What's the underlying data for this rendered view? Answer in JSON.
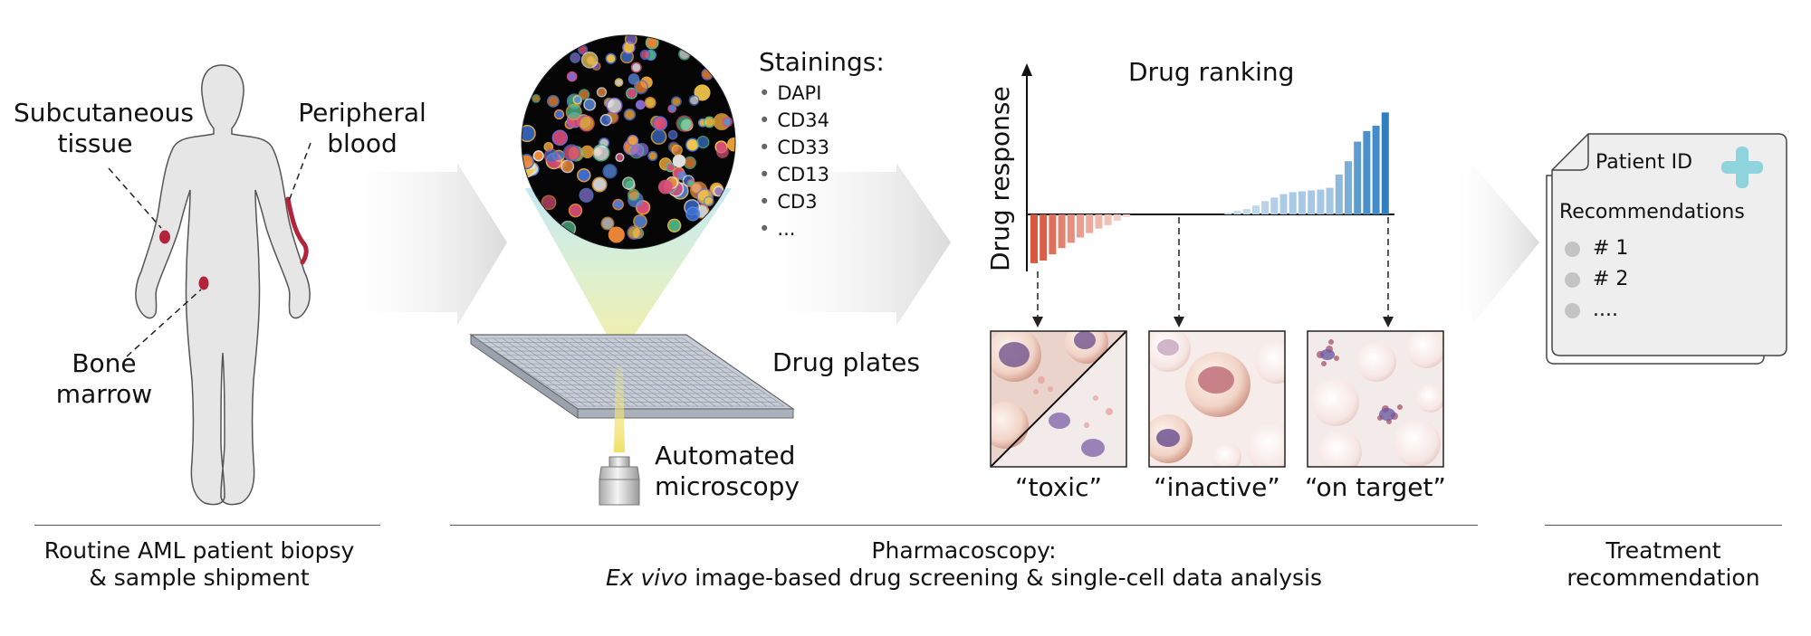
{
  "panel1": {
    "label_subcutaneous": [
      "Subcutaneous",
      "tissue"
    ],
    "label_peripheral": [
      "Peripheral",
      "blood"
    ],
    "label_bone": [
      "Bone",
      "marrow"
    ],
    "caption": [
      "Routine AML patient biopsy",
      "& sample shipment"
    ]
  },
  "panel2": {
    "stainings_title": "Stainings:",
    "stainings": [
      "DAPI",
      "CD34",
      "CD33",
      "CD13",
      "CD3",
      "..."
    ],
    "drug_plates": "Drug plates",
    "automated_microscopy": [
      "Automated",
      "microscopy"
    ],
    "chart_title": "Drug ranking",
    "y_axis_label": "Drug response",
    "outcomes": [
      "“toxic”",
      "“inactive”",
      "“on target”"
    ],
    "caption_line1": "Pharmacoscopy:",
    "caption_line2_italic": "Ex vivo",
    "caption_line2_rest": " image-based drug screening & single-cell data analysis"
  },
  "panel3": {
    "patient_id": "Patient ID",
    "recommendations_title": "Recommendations",
    "recommendations": [
      "# 1",
      "# 2",
      "...."
    ],
    "caption": [
      "Treatment",
      "recommendation"
    ]
  },
  "colors": {
    "negative_strong": "#d9573f",
    "positive_strong": "#2f7fc1",
    "cross": "#8fd3dc",
    "silhouette": "#e6e6e6"
  },
  "chart_data": {
    "type": "bar",
    "title": "Drug ranking",
    "ylabel": "Drug response",
    "xlabel": "",
    "values": [
      -0.55,
      -0.52,
      -0.45,
      -0.38,
      -0.32,
      -0.26,
      -0.21,
      -0.16,
      -0.12,
      -0.07,
      -0.03,
      0,
      0,
      0,
      0,
      0,
      0,
      0,
      0,
      0,
      0,
      0.02,
      0.04,
      0.06,
      0.1,
      0.15,
      0.19,
      0.23,
      0.25,
      0.26,
      0.27,
      0.28,
      0.3,
      0.45,
      0.6,
      0.82,
      0.94,
      1.0,
      1.15
    ],
    "ylim": [
      -0.6,
      1.2
    ],
    "grid": false
  }
}
